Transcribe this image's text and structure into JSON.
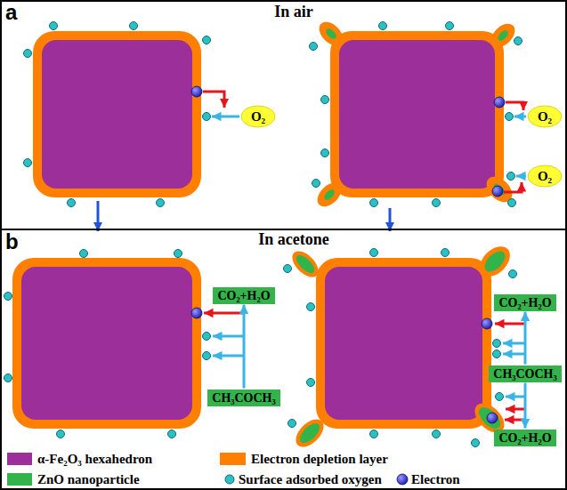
{
  "diagram": {
    "nodes": [
      {
        "text": [
          "a",
          "In air"
        ]
      },
      {
        "text": [
          "O₂"
        ],
        "in": 0
      },
      {
        "text": [
          "O₂"
        ],
        "in": 0
      },
      {
        "text": [
          "O₂"
        ],
        "in": 0
      },
      {
        "text": [
          "b",
          "In acetone"
        ]
      },
      {
        "text": [
          "CO₂+H₂O"
        ],
        "in": 4
      },
      {
        "text": [
          "CH₃COCH₃"
        ],
        "in": 4
      },
      {
        "text": [
          "CO₂+H₂O"
        ],
        "in": 4
      },
      {
        "text": [
          "CH₃COCH₃"
        ],
        "in": 4
      },
      {
        "text": [
          "CO₂+H₂O"
        ],
        "in": 4
      }
    ],
    "edges": [
      {
        "from": 6,
        "to": 5,
        "arrow": "to"
      },
      {
        "from": 8,
        "to": 7,
        "arrow": "to"
      },
      {
        "from": 8,
        "to": 9,
        "arrow": "to"
      }
    ],
    "legend": [
      {
        "text": "α-Fe₂O₃ hexahedron",
        "color": "#9c2f9a"
      },
      {
        "text": "Electron depletion layer",
        "color": "#ff7f00"
      },
      {
        "text": "ZnO nanoparticle",
        "color": "#32b44a"
      },
      {
        "text": "Surface adsorbed oxygen"
      },
      {
        "text": "Electron"
      }
    ]
  }
}
